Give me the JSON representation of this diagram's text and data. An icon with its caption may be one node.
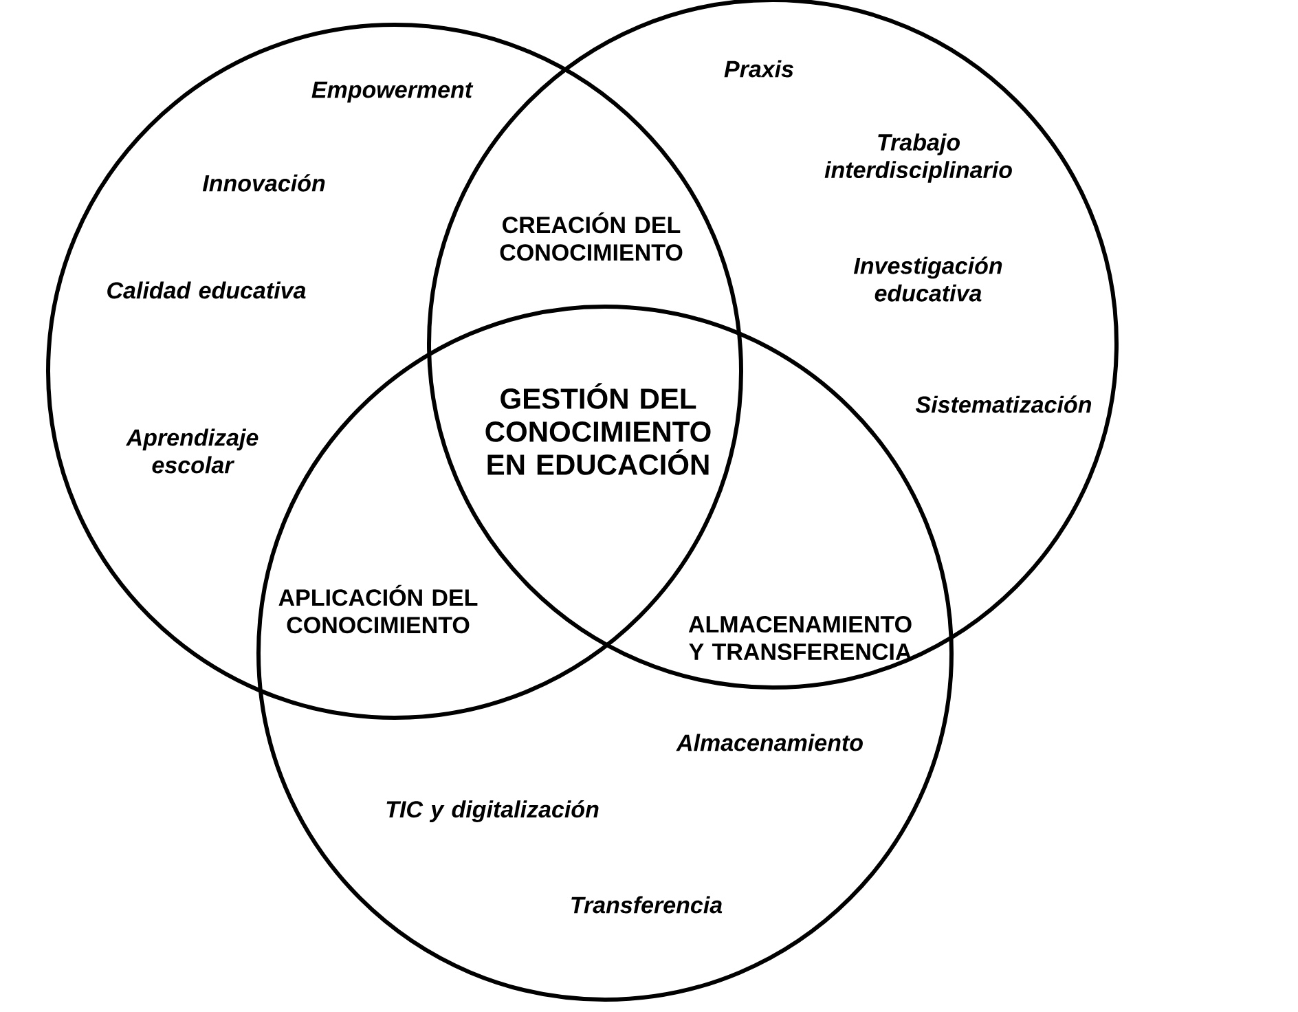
{
  "diagram": {
    "nodes": [
      {
        "text": [
          "Empowerment",
          "Innovación",
          "Calidad educativa",
          "Aprendizaje escolar"
        ]
      },
      {
        "text": [
          "Praxis",
          "Trabajo interdisciplinario",
          "Investigación educativa",
          "Sistematización"
        ]
      },
      {
        "text": [
          "Almacenamiento",
          "TIC y digitalización",
          "Transferencia"
        ]
      }
    ],
    "labels": [
      "CREACIÓN DEL CONOCIMIENTO",
      "GESTIÓN DEL CONOCIMIENTO EN EDUCACIÓN",
      "APLICACIÓN DEL CONOCIMIENTO",
      "ALMACENAMIENTO Y TRANSFERENCIA"
    ]
  }
}
